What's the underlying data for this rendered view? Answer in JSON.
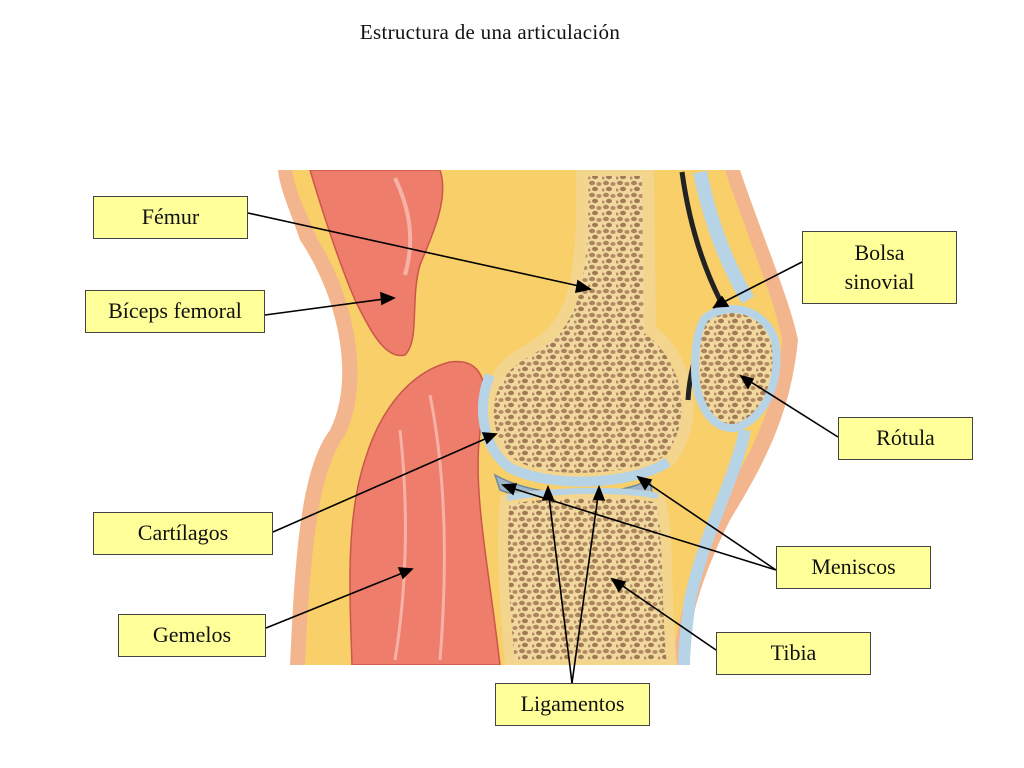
{
  "title": "Estructura de una articulación",
  "labels": {
    "femur": "Fémur",
    "biceps": "Bíceps femoral",
    "cartilagos": "Cartílagos",
    "gemelos": "Gemelos",
    "bolsa_line1": "Bolsa",
    "bolsa_line2": "sinovial",
    "rotula": "Rótula",
    "meniscos": "Meniscos",
    "tibia": "Tibia",
    "ligamentos": "Ligamentos"
  },
  "colors": {
    "label_bg": "#ffff99",
    "muscle": "#ee7d6b",
    "fat": "#f9cf6a",
    "bone_spongy": "#c9a27a",
    "bone_cortex": "#f4d58e",
    "cartilage": "#b7d3e6",
    "skin": "#f3b58d"
  }
}
